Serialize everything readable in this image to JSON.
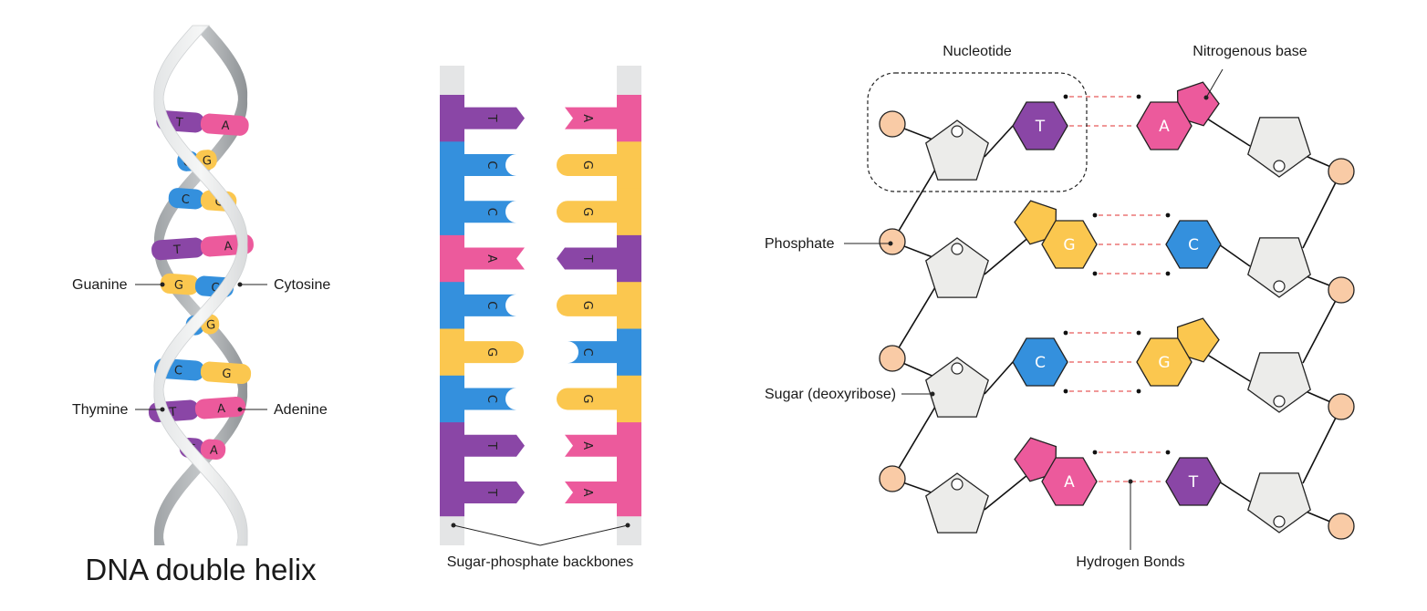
{
  "colors": {
    "thymine": "#8a46a6",
    "adenine": "#ec5a9c",
    "cytosine": "#3490dd",
    "guanine": "#fbc74f",
    "phosphate": "#f9cba6",
    "sugar": "#ececea",
    "backbone": "#d8d8d8",
    "hbond": "#e85a5a"
  },
  "helix": {
    "title": "DNA double helix",
    "labels": {
      "guanine": "Guanine",
      "cytosine": "Cytosine",
      "thymine": "Thymine",
      "adenine": "Adenine"
    },
    "pairs": [
      {
        "left": "T",
        "right": "A"
      },
      {
        "left": "C",
        "right": "G"
      },
      {
        "left": "C",
        "right": "G"
      },
      {
        "left": "T",
        "right": "A"
      },
      {
        "left": "G",
        "right": "C"
      },
      {
        "left": "C",
        "right": "G"
      },
      {
        "left": "C",
        "right": "G"
      },
      {
        "left": "T",
        "right": "A"
      },
      {
        "left": "T",
        "right": "A"
      }
    ]
  },
  "ladder": {
    "caption": "Sugar-phosphate backbones",
    "pairs": [
      {
        "left": "T",
        "right": "A"
      },
      {
        "left": "C",
        "right": "G"
      },
      {
        "left": "C",
        "right": "G"
      },
      {
        "left": "A",
        "right": "T"
      },
      {
        "left": "C",
        "right": "G"
      },
      {
        "left": "G",
        "right": "C"
      },
      {
        "left": "C",
        "right": "G"
      },
      {
        "left": "T",
        "right": "A"
      },
      {
        "left": "T",
        "right": "A"
      }
    ]
  },
  "structure": {
    "labels": {
      "nucleotide": "Nucleotide",
      "nitrogenous_base": "Nitrogenous base",
      "phosphate": "Phosphate",
      "sugar": "Sugar (deoxyribose)",
      "hydrogen_bonds": "Hydrogen Bonds"
    },
    "rows": [
      {
        "left": "T",
        "right": "A"
      },
      {
        "left": "G",
        "right": "C"
      },
      {
        "left": "C",
        "right": "G"
      },
      {
        "left": "A",
        "right": "T"
      }
    ]
  }
}
